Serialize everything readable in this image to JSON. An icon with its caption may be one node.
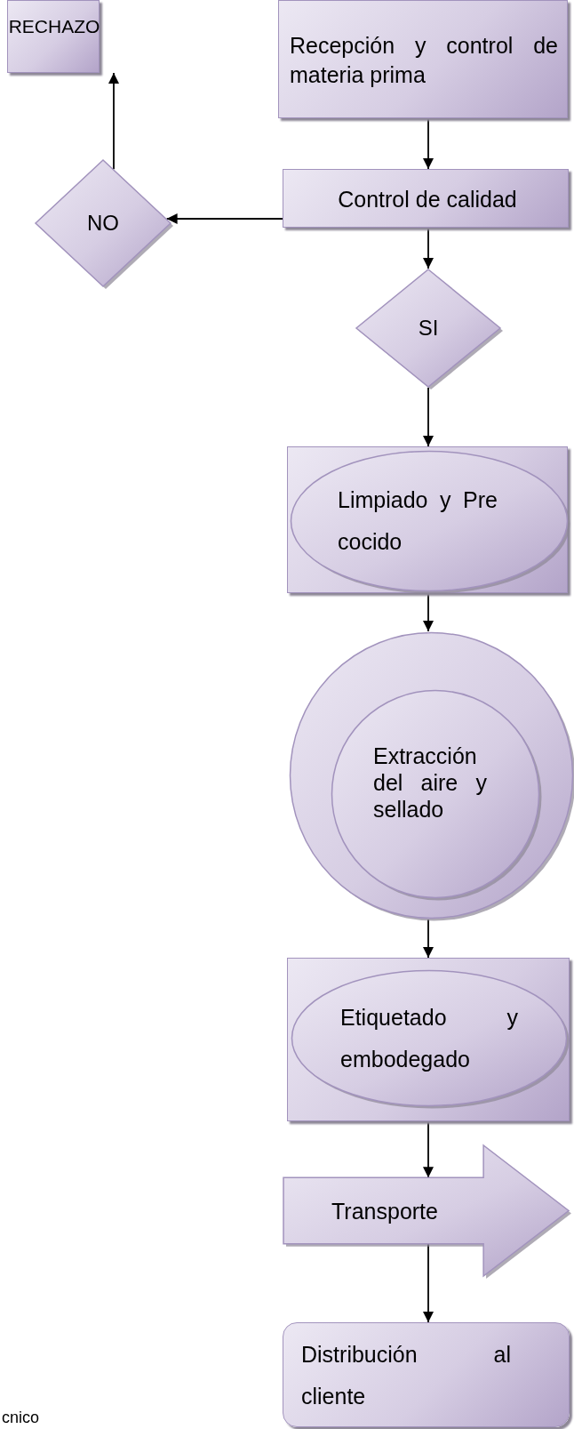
{
  "diagram": {
    "nodes": [
      {
        "text": [
          "RECHAZO"
        ]
      },
      {
        "text": [
          "Recepción y control de materia prima"
        ]
      },
      {
        "text": [
          "NO"
        ]
      },
      {
        "text": [
          "Control de calidad"
        ]
      },
      {
        "text": [
          "SI"
        ]
      },
      {
        "text": [],
        "shape": "box"
      },
      {
        "text": [
          "Limpiado y Pre cocido"
        ],
        "in": 5
      },
      {
        "text": [],
        "shape": "circle"
      },
      {
        "text": [
          "Extracción del aire y sellado"
        ],
        "in": 7
      },
      {
        "text": [],
        "shape": "box"
      },
      {
        "text": [
          "Etiquetado y embodegado"
        ],
        "in": 9
      },
      {
        "text": [
          "Transporte"
        ]
      },
      {
        "text": [
          "Distribución al cliente"
        ]
      }
    ],
    "edges": [
      {
        "from": 3,
        "to": 2,
        "arrow": "to"
      },
      {
        "from": 2,
        "to": 0,
        "arrow": "to"
      },
      {
        "from": 1,
        "to": 3,
        "arrow": "to"
      },
      {
        "from": 3,
        "to": 4,
        "arrow": "to"
      },
      {
        "from": 4,
        "to": 5,
        "arrow": "to"
      },
      {
        "from": 5,
        "to": 7,
        "arrow": "to"
      },
      {
        "from": 7,
        "to": 9,
        "arrow": "to"
      },
      {
        "from": 9,
        "to": 11,
        "arrow": "to"
      },
      {
        "from": 11,
        "to": 12,
        "arrow": "to"
      }
    ],
    "labels": [
      "cnico"
    ]
  }
}
